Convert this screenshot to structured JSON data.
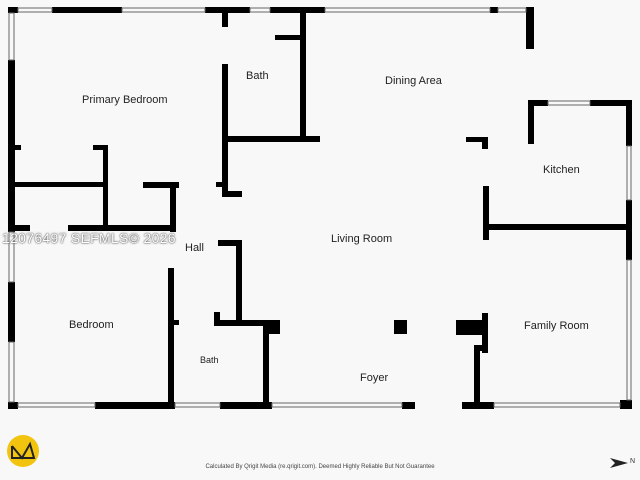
{
  "rooms": {
    "primary_bedroom": "Primary Bedroom",
    "bath_upper": "Bath",
    "dining_area": "Dining Area",
    "kitchen": "Kitchen",
    "living_room": "Living Room",
    "hall": "Hall",
    "bedroom": "Bedroom",
    "bath_lower": "Bath",
    "foyer": "Foyer",
    "family_room": "Family Room"
  },
  "watermark": "12076497 SEFMLS© 2026",
  "footer": "Calculated By Qrigit Media (re.qrigit.com). Deemed Highly Reliable But Not Guarantee",
  "north_label": "N",
  "colors": {
    "wall": "#000000",
    "background": "#f8f8f8",
    "logo": "#f2c40f"
  }
}
